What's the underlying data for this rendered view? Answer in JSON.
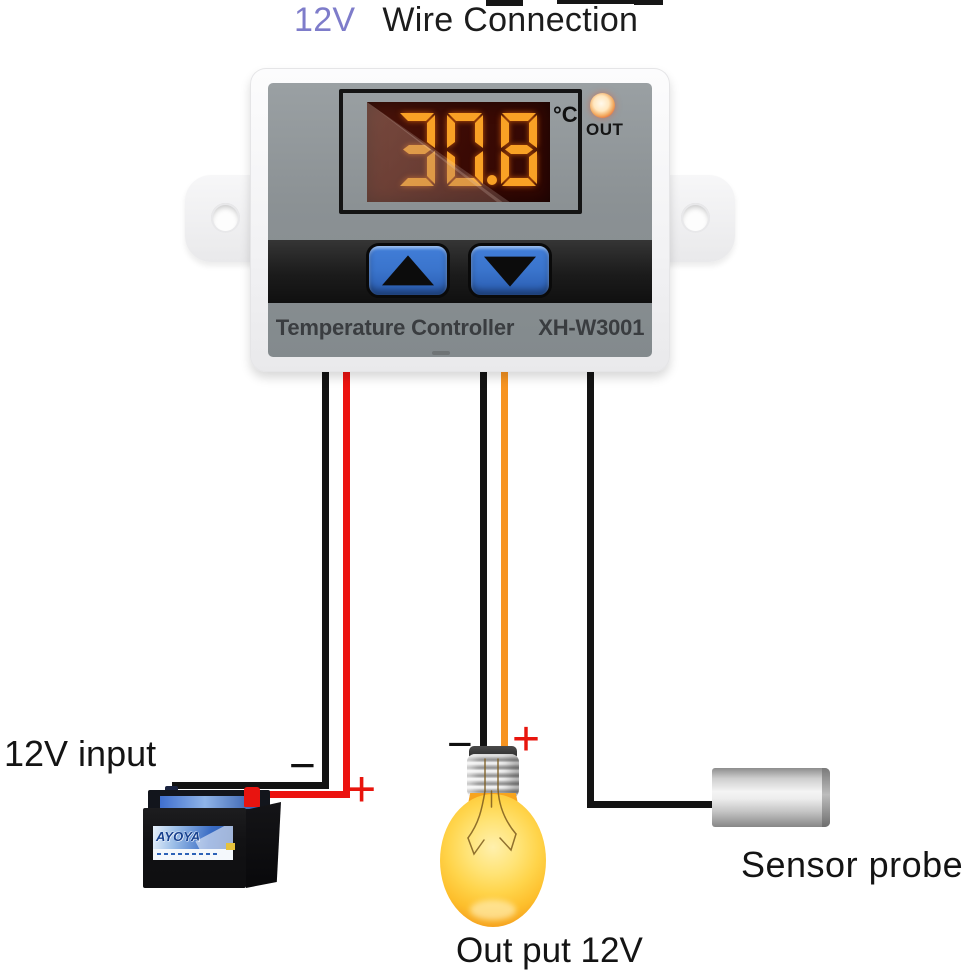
{
  "title": {
    "voltage": "12V",
    "text": "Wire Connection"
  },
  "controller": {
    "display_value": "30.8",
    "display_digits": [
      "3",
      "0",
      ".",
      "8"
    ],
    "unit": "°C",
    "out_label": "OUT",
    "name": "Temperature Controller",
    "model": "XH-W3001"
  },
  "battery": {
    "caption": "12V input",
    "brand": "AYOYA",
    "minus": "−",
    "plus": "+"
  },
  "bulb": {
    "caption": "Out put 12V",
    "minus": "−",
    "plus": "+"
  },
  "sensor": {
    "caption": "Sensor probe"
  },
  "colors": {
    "title_accent": "#7e7cca",
    "wire_black": "#131313",
    "wire_red": "#ec1310",
    "wire_orange": "#f79421",
    "button_blue": "#3a74cc",
    "digit_orange": "#f9a125",
    "led_red": "#e0512d"
  }
}
